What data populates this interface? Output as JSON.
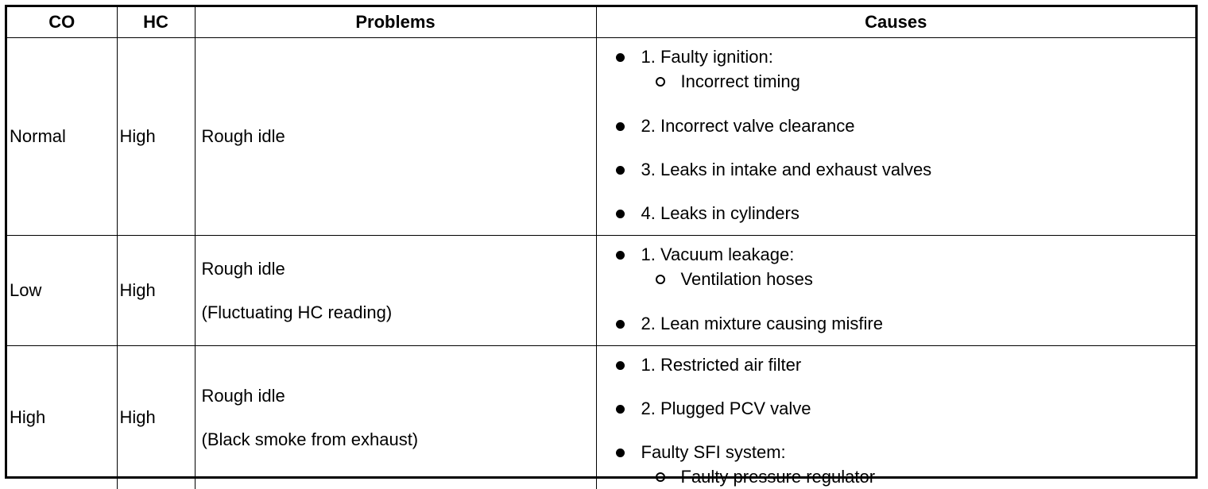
{
  "header": {
    "co": "CO",
    "hc": "HC",
    "problems": "Problems",
    "causes": "Causes"
  },
  "rows": [
    {
      "co": "Normal",
      "hc": "High",
      "problems": [
        "Rough idle"
      ],
      "causes": [
        {
          "text": "1. Faulty ignition:",
          "sub": "Incorrect timing"
        },
        {
          "text": "2. Incorrect valve clearance"
        },
        {
          "text": "3. Leaks in intake and exhaust valves"
        },
        {
          "text": "4. Leaks in cylinders"
        }
      ]
    },
    {
      "co": "Low",
      "hc": "High",
      "problems": [
        "Rough idle",
        "(Fluctuating HC reading)"
      ],
      "causes": [
        {
          "text": "1. Vacuum leakage:",
          "sub": "Ventilation hoses"
        },
        {
          "text": "2. Lean mixture causing misfire"
        }
      ]
    },
    {
      "co": "High",
      "hc": "High",
      "problems": [
        "Rough idle",
        "(Black smoke from exhaust)"
      ],
      "causes": [
        {
          "text": "1. Restricted air filter"
        },
        {
          "text": "2. Plugged PCV valve"
        },
        {
          "text": "Faulty SFI system:",
          "sub": "Faulty pressure regulator"
        }
      ]
    }
  ]
}
